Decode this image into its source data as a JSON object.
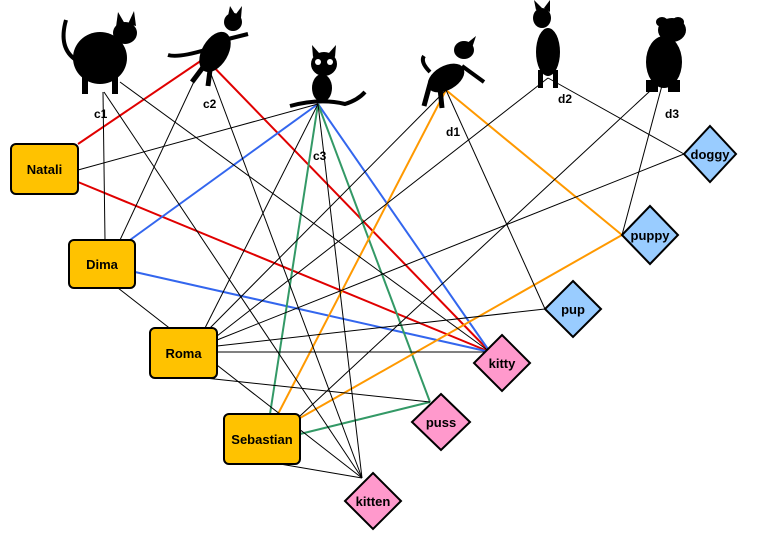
{
  "colors": {
    "person_fill": "#FFC200",
    "cat_word_fill": "#FF99CC",
    "dog_word_fill": "#99CCFF",
    "node_stroke": "#000000",
    "edge_default": "#000000",
    "edge_red": "#E00000",
    "edge_blue": "#3366EE",
    "edge_green": "#339966",
    "edge_orange": "#FF9900"
  },
  "animals": [
    {
      "id": "c1",
      "label": "c1",
      "icon": "cat-sitting-icon"
    },
    {
      "id": "c2",
      "label": "c2",
      "icon": "cat-playing-icon"
    },
    {
      "id": "c3",
      "label": "c3",
      "icon": "cat-cartoon-icon"
    },
    {
      "id": "d1",
      "label": "d1",
      "icon": "dog-jumping-icon"
    },
    {
      "id": "d2",
      "label": "d2",
      "icon": "dog-doberman-icon"
    },
    {
      "id": "d3",
      "label": "d3",
      "icon": "dog-sitting-icon"
    }
  ],
  "people": [
    {
      "id": "natali",
      "label": "Natali"
    },
    {
      "id": "dima",
      "label": "Dima"
    },
    {
      "id": "roma",
      "label": "Roma"
    },
    {
      "id": "sebastian",
      "label": "Sebastian"
    }
  ],
  "words": [
    {
      "id": "doggy",
      "label": "doggy",
      "kind": "dog"
    },
    {
      "id": "puppy",
      "label": "puppy",
      "kind": "dog"
    },
    {
      "id": "pup",
      "label": "pup",
      "kind": "dog"
    },
    {
      "id": "kitty",
      "label": "kitty",
      "kind": "cat"
    },
    {
      "id": "puss",
      "label": "puss",
      "kind": "cat"
    },
    {
      "id": "kitten",
      "label": "kitten",
      "kind": "cat"
    }
  ],
  "edges": [
    {
      "from": "natali",
      "to": "c2",
      "color": "red"
    },
    {
      "from": "natali",
      "to": "kitty",
      "color": "red"
    },
    {
      "from": "c2",
      "to": "kitty",
      "color": "red"
    },
    {
      "from": "dima",
      "to": "c3",
      "color": "blue"
    },
    {
      "from": "dima",
      "to": "kitty",
      "color": "blue"
    },
    {
      "from": "c3",
      "to": "kitty",
      "color": "blue"
    },
    {
      "from": "sebastian",
      "to": "c3",
      "color": "green"
    },
    {
      "from": "sebastian",
      "to": "puss",
      "color": "green"
    },
    {
      "from": "c3",
      "to": "puss",
      "color": "green"
    },
    {
      "from": "sebastian",
      "to": "d1",
      "color": "orange"
    },
    {
      "from": "sebastian",
      "to": "puppy",
      "color": "orange"
    },
    {
      "from": "d1",
      "to": "puppy",
      "color": "orange"
    },
    {
      "from": "natali",
      "to": "c3",
      "color": "default"
    },
    {
      "from": "dima",
      "to": "c1",
      "color": "default"
    },
    {
      "from": "dima",
      "to": "c2",
      "color": "default"
    },
    {
      "from": "roma",
      "to": "c3",
      "color": "default"
    },
    {
      "from": "roma",
      "to": "d1",
      "color": "default"
    },
    {
      "from": "roma",
      "to": "d2",
      "color": "default"
    },
    {
      "from": "roma",
      "to": "doggy",
      "color": "default"
    },
    {
      "from": "roma",
      "to": "pup",
      "color": "default"
    },
    {
      "from": "roma",
      "to": "kitty",
      "color": "default"
    },
    {
      "from": "roma",
      "to": "puss",
      "color": "default"
    },
    {
      "from": "dima",
      "to": "kitten",
      "color": "default"
    },
    {
      "from": "sebastian",
      "to": "d3",
      "color": "default"
    },
    {
      "from": "sebastian",
      "to": "kitten",
      "color": "default"
    },
    {
      "from": "c1",
      "to": "kitty",
      "color": "default"
    },
    {
      "from": "c1",
      "to": "kitten",
      "color": "default"
    },
    {
      "from": "c2",
      "to": "kitten",
      "color": "default"
    },
    {
      "from": "c3",
      "to": "kitten",
      "color": "default"
    },
    {
      "from": "d1",
      "to": "pup",
      "color": "default"
    },
    {
      "from": "d2",
      "to": "doggy",
      "color": "default"
    },
    {
      "from": "d3",
      "to": "puppy",
      "color": "default"
    }
  ]
}
